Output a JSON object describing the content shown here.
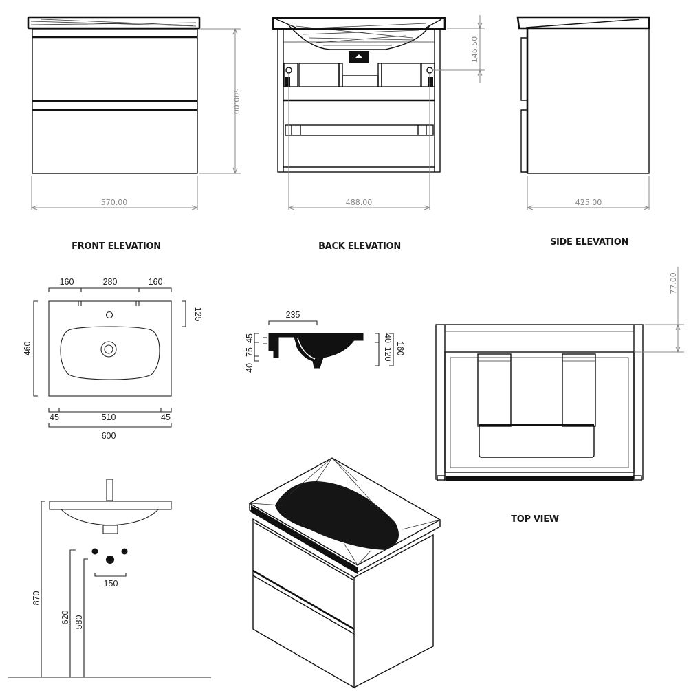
{
  "drawing": {
    "views": {
      "front": {
        "title": "FRONT ELEVATION",
        "width_dim": "570.00",
        "height_dim": "500.00"
      },
      "back": {
        "title": "BACK ELEVATION",
        "width_dim": "488.00",
        "height_dim": "146.50"
      },
      "side": {
        "title": "SIDE ELEVATION",
        "width_dim": "425.00"
      },
      "top": {
        "title": "TOP VIEW",
        "offset_dim": "77.00"
      },
      "basin_plan": {
        "top_dims": [
          "160",
          "280",
          "160"
        ],
        "right_dim": "125",
        "left_dim": "460",
        "bottom_dims": [
          "45",
          "510",
          "45"
        ],
        "overall_width": "600"
      },
      "basin_section": {
        "top_dim": "235",
        "left_dims": [
          "45",
          "75",
          "40"
        ],
        "right_dims_inner": [
          "40",
          "120"
        ],
        "right_dim_outer": "160"
      },
      "installation": {
        "height_dims": [
          "870",
          "620",
          "580"
        ],
        "spacing_dim": "150"
      }
    },
    "colors": {
      "line": "#111111",
      "dimension": "#8a8a8a",
      "background": "#ffffff"
    }
  }
}
